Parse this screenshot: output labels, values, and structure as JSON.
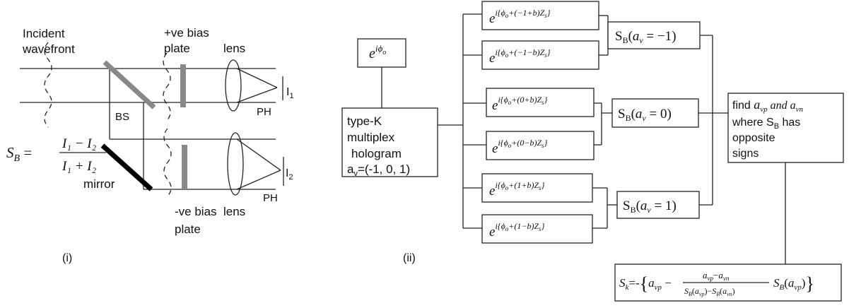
{
  "left_panel": {
    "incident_wavefront": [
      "Incident",
      "wavefront"
    ],
    "bs_label": "BS",
    "mirror_label": "mirror",
    "plus_bias_plate": [
      "+ve bias",
      "plate"
    ],
    "minus_bias_plate": [
      "-ve bias",
      "plate"
    ],
    "lens_top": "lens",
    "lens_bottom": "lens",
    "ph_top": "PH",
    "ph_bottom": "PH",
    "detector_top": {
      "base": "I",
      "sub": "1"
    },
    "detector_bottom": {
      "base": "I",
      "sub": "2"
    },
    "formula": {
      "lhs": "S",
      "lhs_sub": "B",
      "num": "I₁ − I₂",
      "den": "I₁ + I₂"
    },
    "panel_label": "(i)"
  },
  "right_panel": {
    "panel_label": "(ii)",
    "phase_input": "e^{iφo}",
    "hologram_box": [
      "type-K",
      "multiplex",
      "hologram",
      "av=(-1, 0, 1)"
    ],
    "exponentials": [
      "e^{i{φo+(−1+b)Zs}}",
      "e^{i{φo+(−1−b)Zs}}",
      "e^{i{φo+(0+b)Zs}}",
      "e^{i{φo+(0−b)Zs}}",
      "e^{i{φo+(1+b)Zs}}",
      "e^{i{φo+(1−b)Zs}}"
    ],
    "sb_boxes": [
      {
        "arg": "−1"
      },
      {
        "arg": "0"
      },
      {
        "arg": "1"
      }
    ],
    "find_box": [
      "find avp and avn",
      "where SB has",
      "opposite",
      "signs"
    ],
    "final_formula": "Sk=-{avp − (avp−avn)/(SB(avp)−SB(avn)) SB(avp)}"
  }
}
